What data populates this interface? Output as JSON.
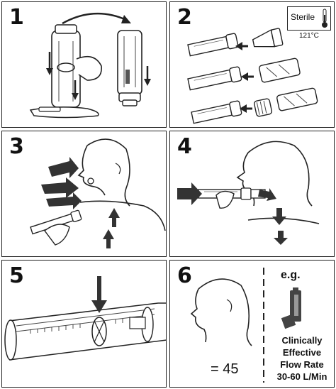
{
  "panels": [
    {
      "number": "1"
    },
    {
      "number": "2",
      "sterile_label": "Sterile",
      "temperature": "121°C"
    },
    {
      "number": "3"
    },
    {
      "number": "4"
    },
    {
      "number": "5"
    },
    {
      "number": "6",
      "count_label": "= 45",
      "eg_label": "e.g.",
      "flow_lines": [
        "Clinically",
        "Effective",
        "Flow Rate",
        "30-60 L/Min"
      ]
    }
  ],
  "icons": [
    "thermometer-icon",
    "inhaler-icon",
    "arrow-icon"
  ],
  "colors": {
    "ink": "#222222",
    "fill_gray": "#555555",
    "light_gray": "#dddddd"
  }
}
